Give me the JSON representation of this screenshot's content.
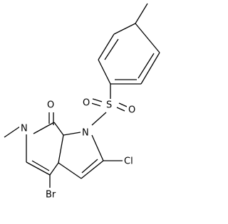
{
  "atoms": {
    "oxygen_carbonyl": "O",
    "nitrogen_ring": "N",
    "nitrogen_sulfonyl": "N",
    "oxygen_sulfonyl_left": "O",
    "sulfur": "S",
    "oxygen_sulfonyl_right": "O",
    "chlorine": "Cl",
    "bromine": "Br"
  },
  "colors": {
    "bond": "#000000",
    "text": "#000000",
    "background": "#ffffff"
  }
}
